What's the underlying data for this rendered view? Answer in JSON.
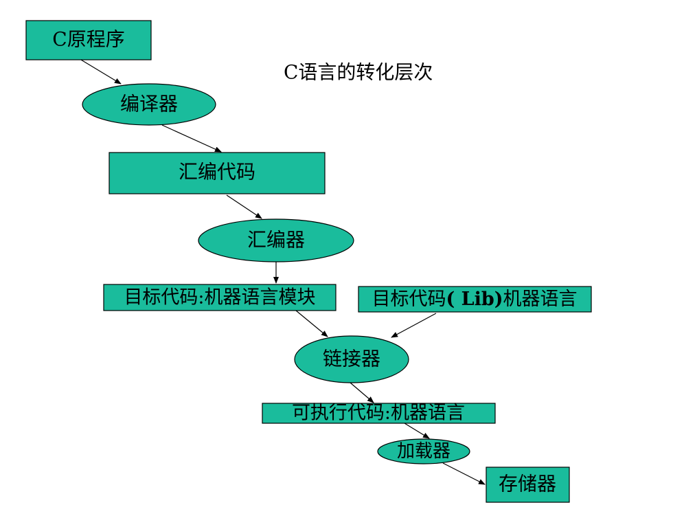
{
  "title": "C语言的转化层次",
  "colors": {
    "node_fill": "#1abc9c",
    "stroke": "#000000"
  },
  "nodes": {
    "source": "C原程序",
    "compiler": "编译器",
    "assembly_code": "汇编代码",
    "assembler": "汇编器",
    "object_code": "目标代码:机器语言模块",
    "library_code_prefix": "目标代码",
    "library_code_bold": "( Lib)",
    "library_code_suffix": "机器语言",
    "linker": "链接器",
    "executable": "可执行代码:机器语言",
    "loader": "加载器",
    "memory": "存储器"
  }
}
